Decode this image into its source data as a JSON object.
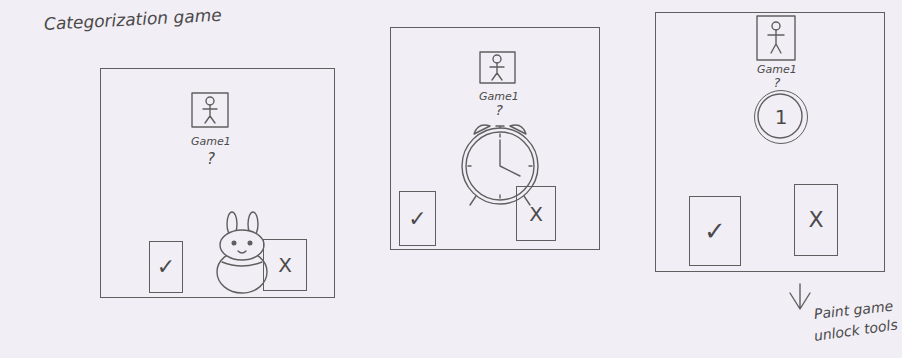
{
  "diagram": {
    "nodes": [
      {
        "text": [
          "Game1",
          "?"
        ]
      },
      {
        "text": [
          "✓"
        ],
        "in": 0
      },
      {
        "text": [
          "X"
        ],
        "in": 0
      },
      {
        "text": [
          "Game1",
          "?"
        ]
      },
      {
        "text": [
          "✓"
        ],
        "in": 3
      },
      {
        "text": [
          "X"
        ],
        "in": 3
      },
      {
        "text": [
          "Game1",
          "?"
        ]
      },
      {
        "text": [
          "1"
        ],
        "in": 6
      },
      {
        "text": [
          "✓"
        ],
        "in": 6
      },
      {
        "text": [
          "X"
        ],
        "in": 6
      }
    ],
    "labels": [
      "Categorization game",
      "Paint game",
      "unlock tools"
    ]
  }
}
